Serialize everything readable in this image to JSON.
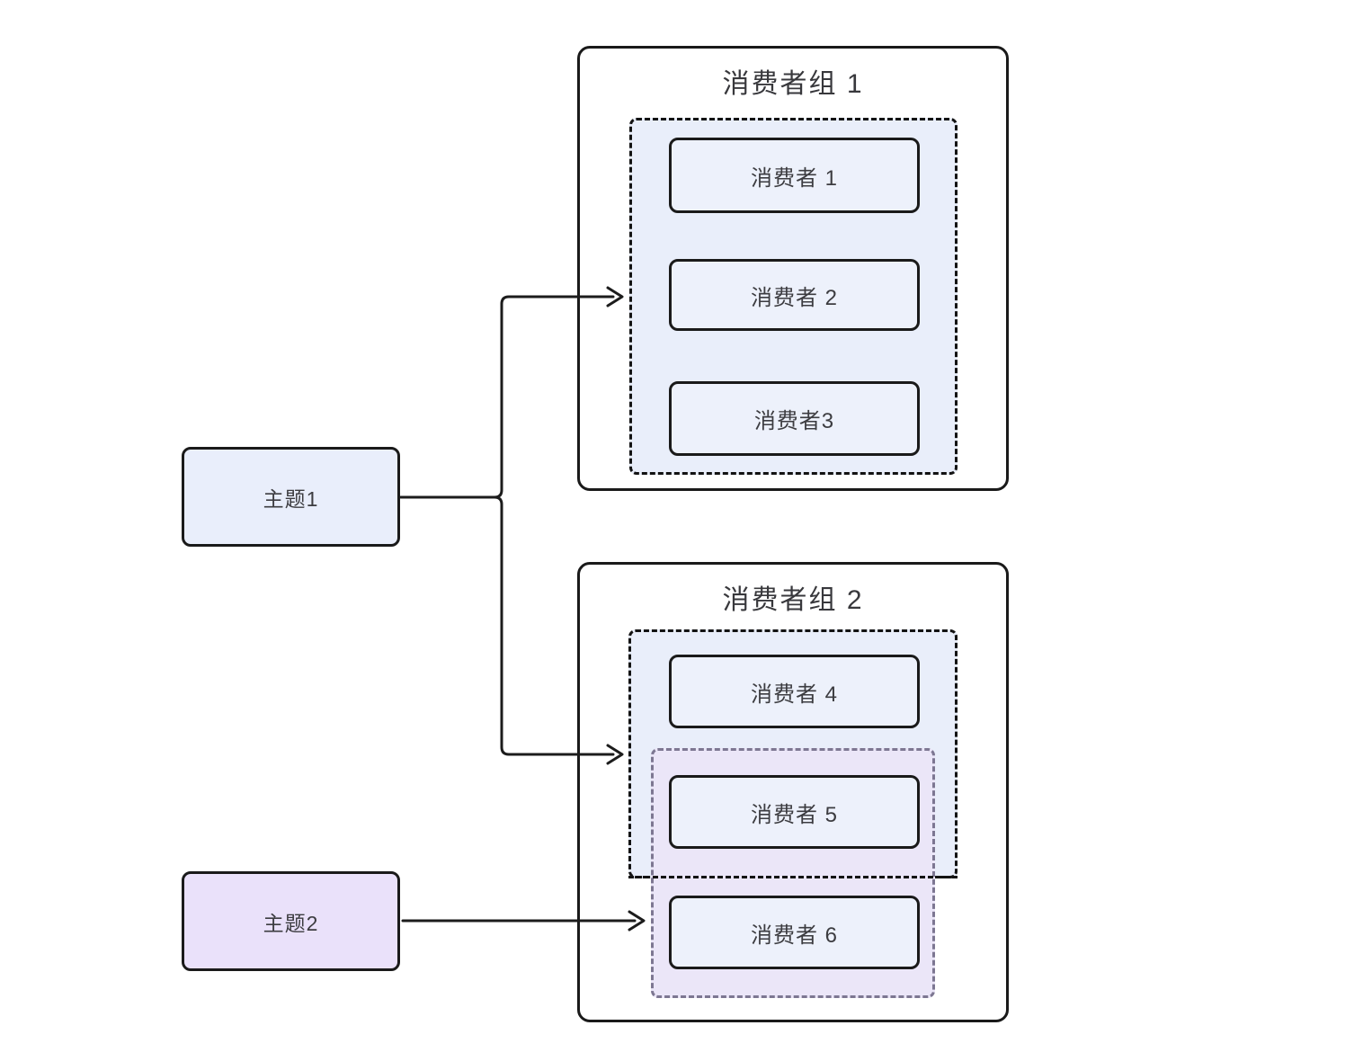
{
  "diagram": {
    "background": "#ffffff",
    "topics": [
      {
        "label": "主题1",
        "fill": "#e9eefb"
      },
      {
        "label": "主题2",
        "fill": "#eae1fa"
      }
    ],
    "groups": [
      {
        "title": "消费者组 1",
        "consumers": [
          {
            "label": "消费者 1"
          },
          {
            "label": "消费者 2"
          },
          {
            "label": "消费者3"
          }
        ]
      },
      {
        "title": "消费者组 2",
        "consumers": [
          {
            "label": "消费者 4"
          },
          {
            "label": "消费者 5"
          },
          {
            "label": "消费者 6"
          }
        ]
      }
    ],
    "edges": [
      {
        "from": "主题1",
        "to": "消费者组 1"
      },
      {
        "from": "主题1",
        "to": "消费者组 2"
      },
      {
        "from": "主题2",
        "to": "消费者 6"
      }
    ],
    "colors": {
      "solid_border": "#1a1a1a",
      "blue_area_fill": "#e9eefa",
      "consumer_fill": "#edf1fb",
      "purple_area_fill": "#ebe6f8",
      "purple_dash_border": "#7d7792",
      "text": "#3c3c40",
      "arrow": "#1c1c1c"
    }
  }
}
